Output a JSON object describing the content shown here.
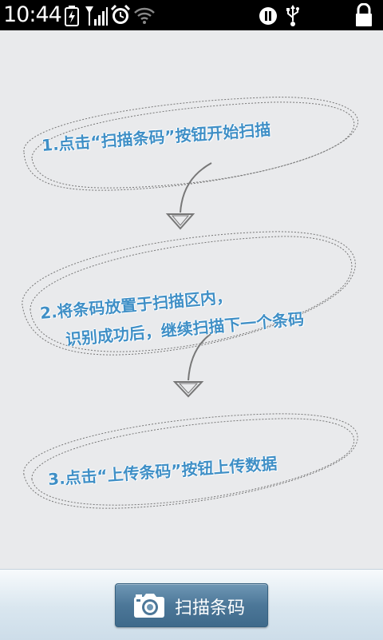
{
  "status_bar": {
    "time": "10:44",
    "icons": [
      "battery-charging-icon",
      "signal-icon",
      "alarm-icon",
      "wifi-icon",
      "sync-icon",
      "usb-icon",
      "lock-icon"
    ]
  },
  "tutorial": {
    "step1": "1.点击“扫描条码”按钮开始扫描",
    "step2_line1": "2.将条码放置于扫描区内，",
    "step2_line2": "识别成功后，继续扫描下一个条码",
    "step3": "3.点击“上传条码”按钮上传数据"
  },
  "bottom_bar": {
    "scan_button_label": "扫描条码",
    "scan_button_icon": "camera-icon"
  },
  "colors": {
    "background": "#e9eaec",
    "step_text": "#3f8fc6",
    "button": "#4c7798"
  }
}
